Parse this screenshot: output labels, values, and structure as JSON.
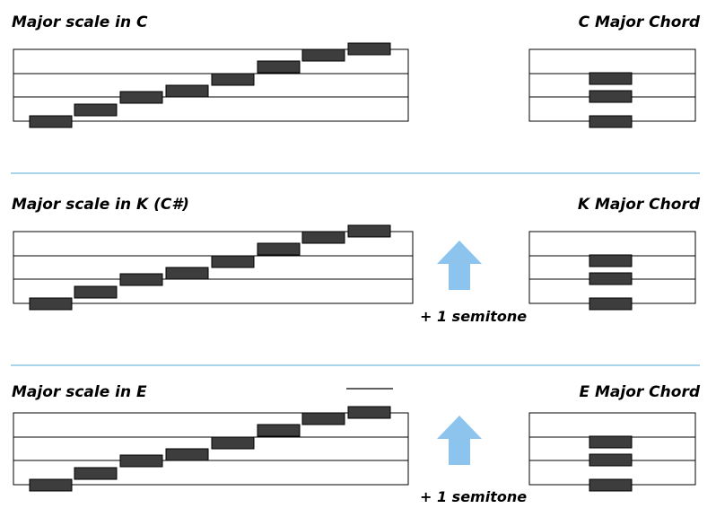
{
  "colors": {
    "note_fill": "#3d3d3d",
    "staff_line": "#000000",
    "divider": "#a9d5ea",
    "arrow": "#8cc4ee"
  },
  "sections": [
    {
      "scale_title": "Major scale in C",
      "chord_title": "C Major  Chord",
      "semitone_label": ""
    },
    {
      "scale_title": "Major scale in K (C#)",
      "chord_title": "K Major  Chord",
      "semitone_label": "+ 1 semitone"
    },
    {
      "scale_title": "Major scale in E",
      "chord_title": "E Major  Chord",
      "semitone_label": "+ 1 semitone"
    }
  ]
}
